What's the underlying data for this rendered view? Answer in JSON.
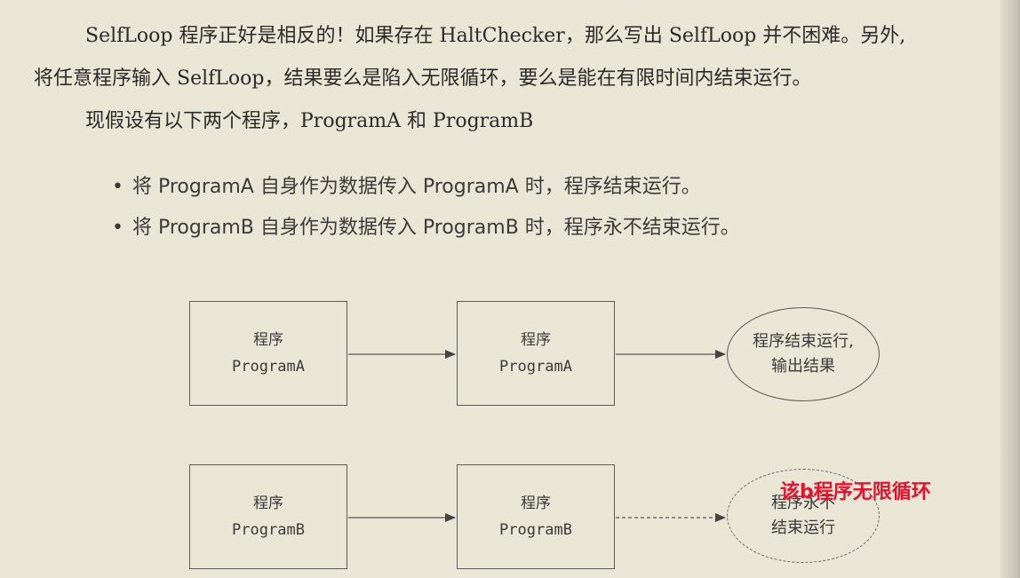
{
  "text": {
    "para1_line1": "SelfLoop 程序正好是相反的！如果存在 HaltChecker，那么写出 SelfLoop 并不困难。另外,",
    "para1_line2": "将任意程序输入 SelfLoop，结果要么是陷入无限循环，要么是能在有限时间内结束运行。",
    "para2": "现假设有以下两个程序，ProgramA 和 ProgramB"
  },
  "bullets": [
    "将 ProgramA 自身作为数据传入 ProgramA 时，程序结束运行。",
    "将 ProgramB 自身作为数据传入 ProgramB 时，程序永不结束运行。"
  ],
  "bullet_symbol": "•",
  "diagram": {
    "rowA": {
      "box1": {
        "title": "程序",
        "name": "ProgramA"
      },
      "box2": {
        "title": "程序",
        "name": "ProgramA"
      },
      "result": {
        "line1": "程序结束运行,",
        "line2": "输出结果"
      }
    },
    "rowB": {
      "box1": {
        "title": "程序",
        "name": "ProgramB"
      },
      "box2": {
        "title": "程序",
        "name": "ProgramB"
      },
      "result": {
        "line1": "程序永不",
        "line2": "结束运行"
      }
    }
  },
  "annotation": {
    "text": "该b程序无限循环",
    "color": "#e8112d"
  }
}
